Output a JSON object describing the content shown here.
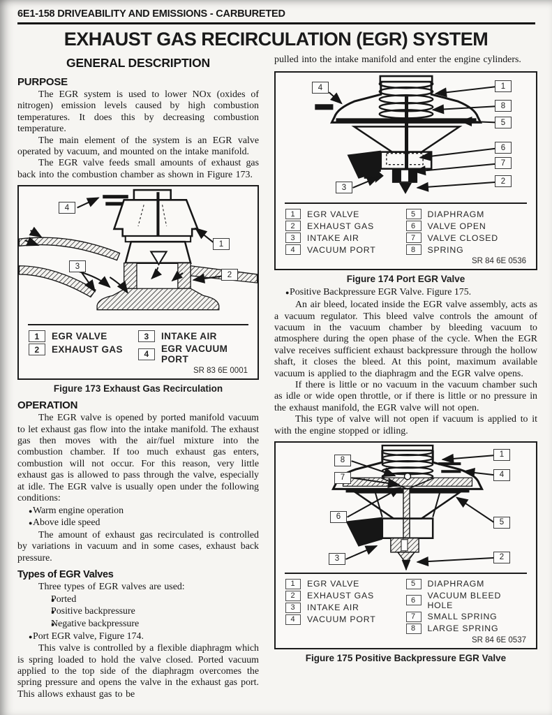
{
  "glyphs": {
    "bullet": "●"
  },
  "header": {
    "running_head": "6E1-158 DRIVEABILITY AND EMISSIONS - CARBURETED"
  },
  "title": "EXHAUST GAS RECIRCULATION (EGR) SYSTEM",
  "left": {
    "general_heading": "GENERAL DESCRIPTION",
    "purpose_heading": "PURPOSE",
    "purpose_p1": "The EGR system is used to lower NOx (oxides of nitrogen) emission levels caused by high combustion temperatures. It does this by decreasing combustion temperature.",
    "purpose_p2": "The main element of the system is an EGR valve operated by vacuum, and mounted on the intake manifold.",
    "purpose_p3": "The EGR valve feeds small amounts of exhaust gas back into the combustion chamber as shown in Figure 173.",
    "operation_heading": "OPERATION",
    "op_p1": "The EGR valve is opened by ported manifold vacuum to let exhaust gas flow into the intake manifold. The exhaust gas then moves with the air/fuel mixture into the combustion chamber. If too much exhaust gas enters, combustion will not occur. For this reason, very little exhaust gas is allowed to pass through the valve, especially at idle. The EGR valve is usually open under the following conditions:",
    "op_bullets": [
      "Warm engine operation",
      "Above idle speed"
    ],
    "op_p2": "The amount of exhaust gas recirculated is controlled by variations in vacuum and in some cases, exhaust back pressure.",
    "types_heading": "Types of EGR Valves",
    "types_intro": "Three types of EGR valves are used:",
    "type_bullets": [
      "Ported",
      "Positive backpressure",
      "Negative backpressure"
    ],
    "port_bullet": "Port EGR valve, Figure 174.",
    "port_p": "This valve is controlled by a flexible diaphragm which is spring loaded to hold the valve closed. Ported vacuum applied to the top side of the diaphragm overcomes the spring pressure and opens the valve in the exhaust gas port. This allows exhaust gas to be"
  },
  "right": {
    "cont_p": "pulled into the intake manifold and enter the engine cylinders.",
    "pb_bullet": "Positive Backpressure EGR Valve. Figure 175.",
    "pb_p1": "An air bleed, located inside the EGR valve assembly, acts as a vacuum regulator. This bleed valve controls the amount of vacuum in the vacuum chamber by bleeding vacuum to atmosphere during the open phase of the cycle. When the EGR valve receives sufficient exhaust backpressure through the hollow shaft, it closes the bleed. At this point, maximum available vacuum is applied to the diaphragm and the EGR valve opens.",
    "pb_p2": "If there is little or no vacuum in the vacuum chamber such as idle or wide open throttle, or if there is little or no pressure in the exhaust manifold, the EGR valve will not open.",
    "pb_p3": "This type of valve will not open if vacuum is applied to it with the engine stopped or idling."
  },
  "figures": {
    "fig173": {
      "caption": "Figure 173 Exhaust Gas Recirculation",
      "code": "SR 83 6E 0001",
      "legend_left": [
        {
          "n": "1",
          "label": "EGR VALVE"
        },
        {
          "n": "2",
          "label": "EXHAUST GAS"
        }
      ],
      "legend_right": [
        {
          "n": "3",
          "label": "INTAKE AIR"
        },
        {
          "n": "4",
          "label": "EGR VACUUM PORT"
        }
      ],
      "callouts": [
        {
          "n": "4"
        },
        {
          "n": "1"
        },
        {
          "n": "3"
        },
        {
          "n": "2"
        }
      ]
    },
    "fig174": {
      "caption": "Figure 174 Port EGR Valve",
      "code": "SR 84 6E 0536",
      "legend_left": [
        {
          "n": "1",
          "label": "EGR VALVE"
        },
        {
          "n": "2",
          "label": "EXHAUST GAS"
        },
        {
          "n": "3",
          "label": "INTAKE AIR"
        },
        {
          "n": "4",
          "label": "VACUUM PORT"
        }
      ],
      "legend_right": [
        {
          "n": "5",
          "label": "DIAPHRAGM"
        },
        {
          "n": "6",
          "label": "VALVE OPEN"
        },
        {
          "n": "7",
          "label": "VALVE CLOSED"
        },
        {
          "n": "8",
          "label": "SPRING"
        }
      ],
      "callouts": [
        {
          "n": "4"
        },
        {
          "n": "1"
        },
        {
          "n": "8"
        },
        {
          "n": "5"
        },
        {
          "n": "6"
        },
        {
          "n": "7"
        },
        {
          "n": "2"
        },
        {
          "n": "3"
        }
      ]
    },
    "fig175": {
      "caption": "Figure 175 Positive Backpressure EGR Valve",
      "code": "SR 84 6E 0537",
      "legend_left": [
        {
          "n": "1",
          "label": "EGR VALVE"
        },
        {
          "n": "2",
          "label": "EXHAUST GAS"
        },
        {
          "n": "3",
          "label": "INTAKE AIR"
        },
        {
          "n": "4",
          "label": "VACUUM PORT"
        }
      ],
      "legend_right": [
        {
          "n": "5",
          "label": "DIAPHRAGM"
        },
        {
          "n": "6",
          "label": "VACUUM BLEED HOLE"
        },
        {
          "n": "7",
          "label": "SMALL SPRING"
        },
        {
          "n": "8",
          "label": "LARGE SPRING"
        }
      ],
      "callouts": [
        {
          "n": "8"
        },
        {
          "n": "7"
        },
        {
          "n": "1"
        },
        {
          "n": "4"
        },
        {
          "n": "6"
        },
        {
          "n": "5"
        },
        {
          "n": "3"
        },
        {
          "n": "2"
        }
      ]
    }
  }
}
